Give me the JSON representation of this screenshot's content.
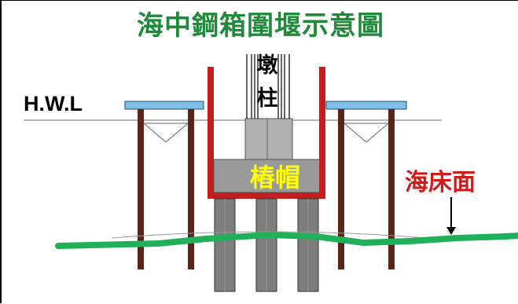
{
  "title": "海中鋼箱圍堰示意圖",
  "labels": {
    "hwl": "H.W.L",
    "pier": "墩柱",
    "pile_cap": "樁帽",
    "seabed": "海床面"
  },
  "colors": {
    "title": "#1e8a3a",
    "pile_cap_text": "#ffff00",
    "seabed_text": "#d11a1a",
    "cofferdam": "#c21e1e",
    "seabed_line": "#21b05a",
    "platform": "#7fc0e8",
    "support_pile": "#5a2418",
    "pile_cap_fill": "#9a9a9a",
    "concrete_pile": "#7d7d7d"
  }
}
